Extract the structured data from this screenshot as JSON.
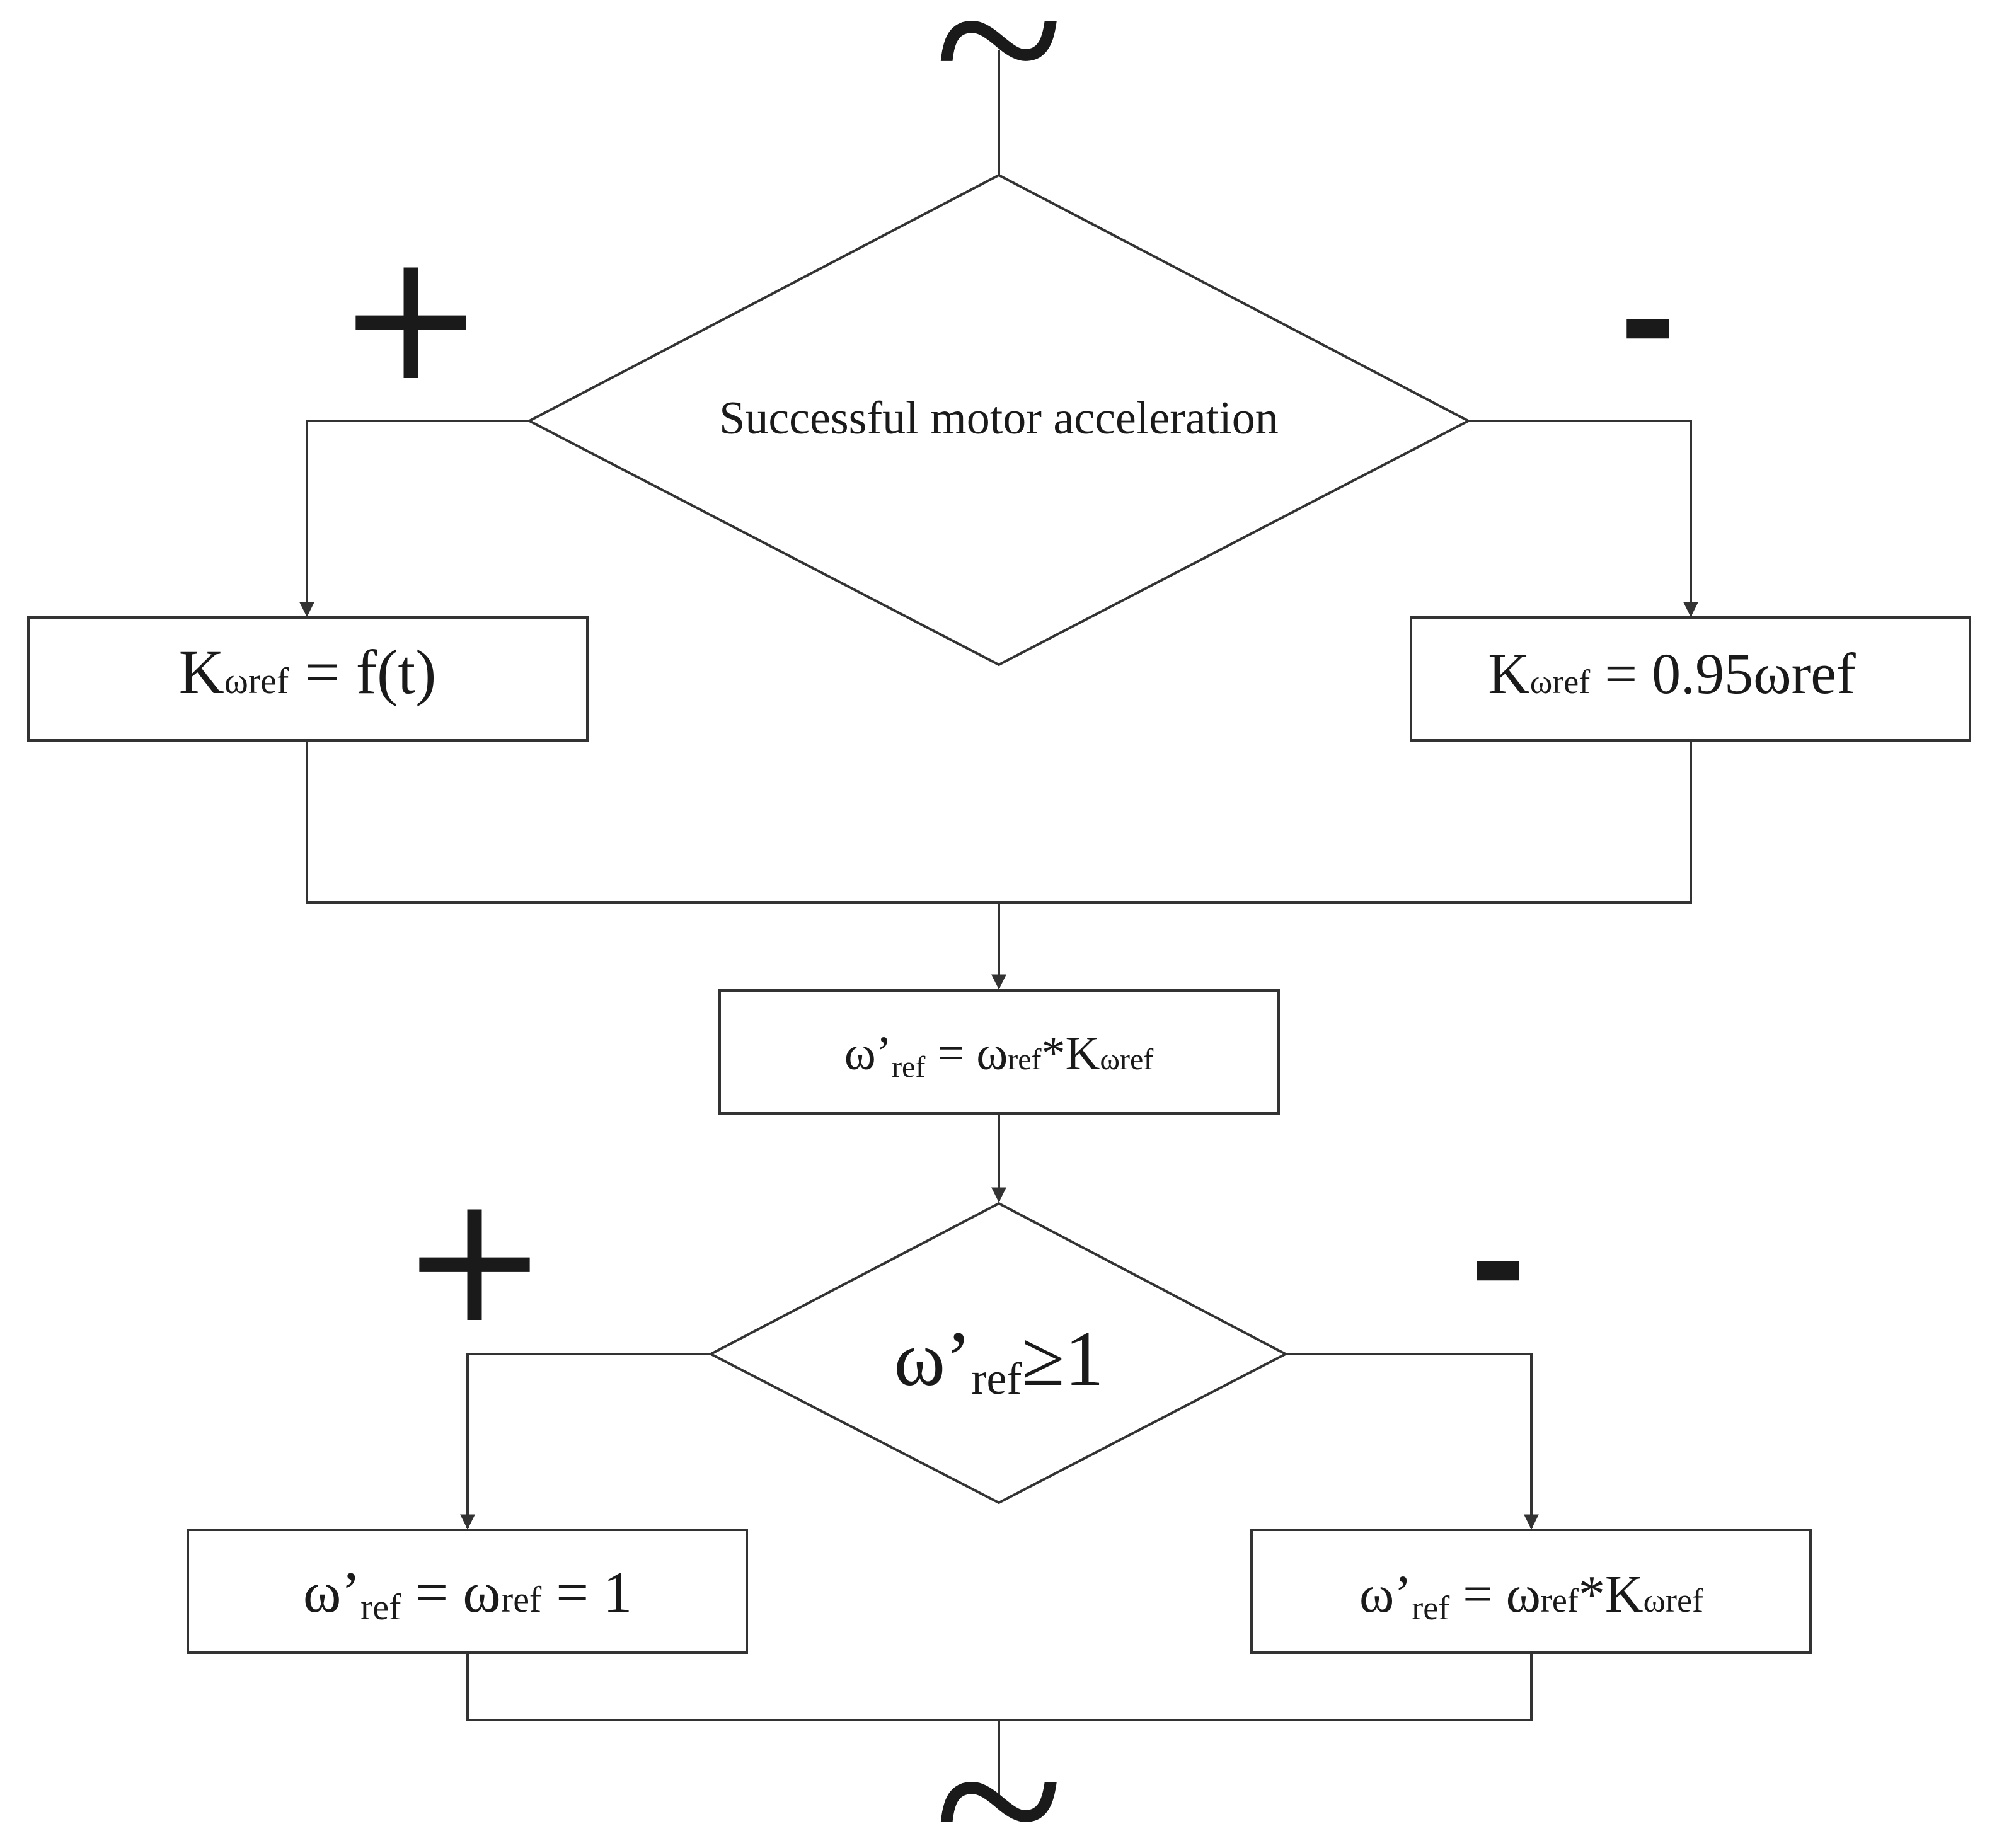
{
  "decision1": {
    "text": "Successful motor acceleration",
    "yes_label": "+",
    "no_label": "-"
  },
  "box_left1": {
    "k": "K",
    "sub": "ωref",
    "rest": " = f(t)"
  },
  "box_right1": {
    "k": "K",
    "sub": "ωref",
    "rest": " = 0.95ωref"
  },
  "box_mid": {
    "w": "ω’",
    "sub1": "ref",
    "eq": " = ω",
    "sub2": "ref",
    "op": "*K",
    "sub3": "ωref"
  },
  "decision2": {
    "w": "ω’",
    "sub": "ref",
    "rest": "≥1",
    "yes_label": "+",
    "no_label": "-"
  },
  "box_left2": {
    "w": "ω’",
    "sub1": "ref",
    "eq": " = ω",
    "sub2": "ref",
    "rest": " = 1"
  },
  "box_right2": {
    "w": "ω’",
    "sub1": "ref",
    "eq": " = ω",
    "sub2": "ref",
    "op": "*K",
    "sub3": "ωref"
  },
  "continuation": {
    "top": "~",
    "bottom": "~"
  }
}
